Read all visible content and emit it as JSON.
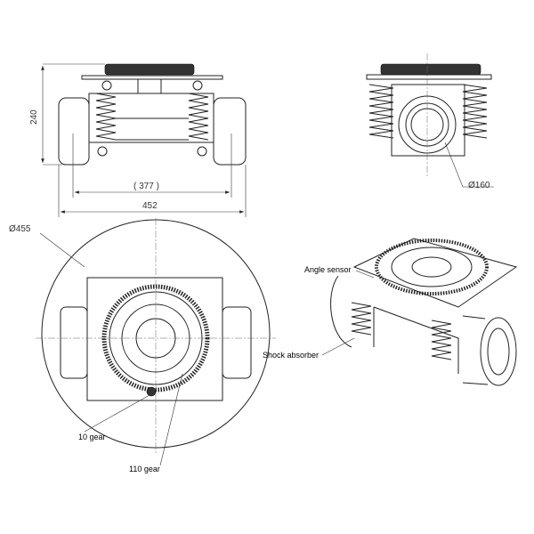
{
  "dimensions": {
    "height": "240",
    "wheel_track": "( 377 )",
    "overall_width": "452",
    "tube_diameter": "Ø160",
    "outer_diameter": "Ø455"
  },
  "callouts": {
    "angle_sensor": "Angle sensor",
    "shock_absorber": "Shock absorber",
    "small_gear": "10 gear",
    "large_gear": "110 gear"
  }
}
